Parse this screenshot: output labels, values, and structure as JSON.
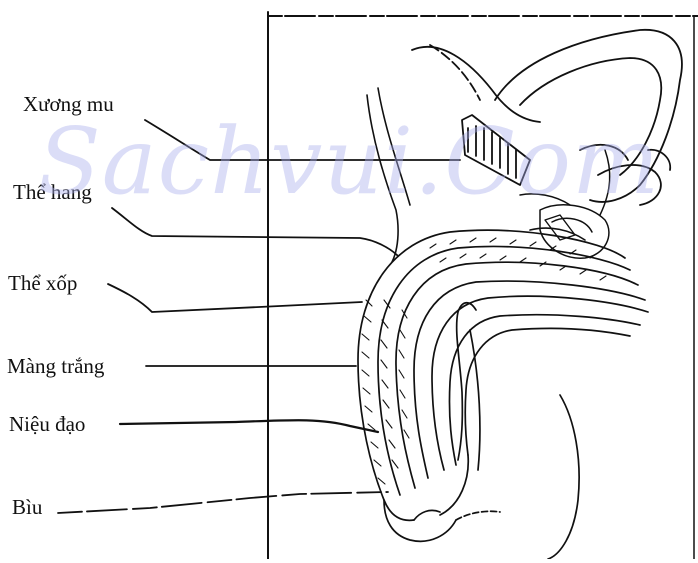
{
  "labels": {
    "pubic_bone": "Xương mu",
    "corpus_cavernosum": "Thể hang",
    "corpus_spongiosum": "Thể xốp",
    "tunica_albuginea": "Màng trắng",
    "urethra": "Niệu đạo",
    "scrotum": "Bìu"
  },
  "watermark": "Sachvui.Com",
  "colors": {
    "ink": "#111111",
    "watermark": "#aab0ec",
    "background": "#ffffff"
  }
}
